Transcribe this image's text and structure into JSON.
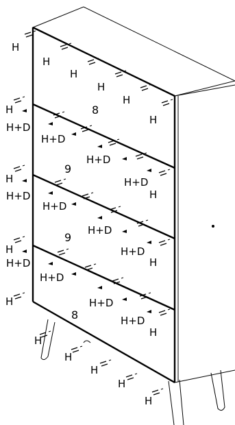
{
  "drawer_numbers": [
    "8",
    "9",
    "9",
    "8"
  ],
  "labels": {
    "h": "H",
    "hd": "H+D"
  }
}
